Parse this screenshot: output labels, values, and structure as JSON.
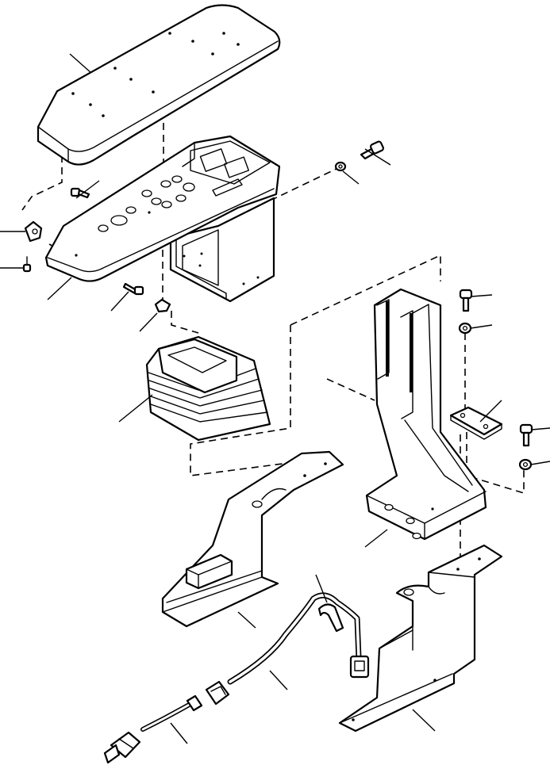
{
  "diagram": {
    "type": "exploded-parts-view",
    "parts": [
      {
        "id": "armrest-pad"
      },
      {
        "id": "console-housing"
      },
      {
        "id": "upper-bolt"
      },
      {
        "id": "upper-washer"
      },
      {
        "id": "left-bolt"
      },
      {
        "id": "left-clip"
      },
      {
        "id": "left-small-screw"
      },
      {
        "id": "console-lower-edge"
      },
      {
        "id": "front-screw"
      },
      {
        "id": "grommet"
      },
      {
        "id": "rubber-boot"
      },
      {
        "id": "stand-bracket"
      },
      {
        "id": "side-bolt"
      },
      {
        "id": "side-washer"
      },
      {
        "id": "spacer-plate"
      },
      {
        "id": "far-right-bolt"
      },
      {
        "id": "far-right-washer"
      },
      {
        "id": "left-mounting-bracket"
      },
      {
        "id": "wire-harness"
      },
      {
        "id": "harness-clamp"
      },
      {
        "id": "right-mounting-bracket"
      },
      {
        "id": "switch-connector"
      }
    ]
  }
}
